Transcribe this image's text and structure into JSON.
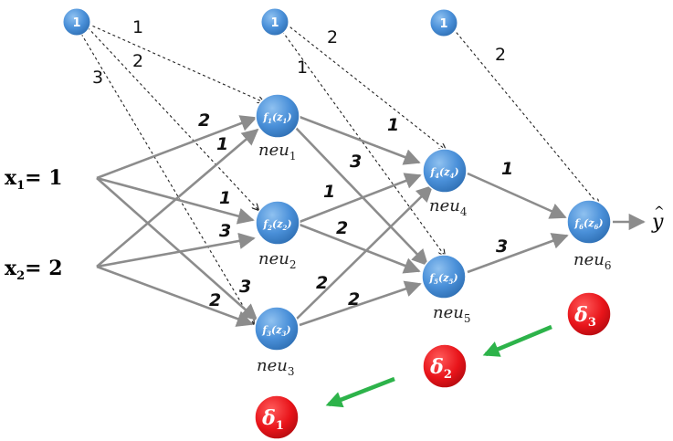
{
  "inputs": {
    "x1": {
      "var": "x",
      "sub": "1",
      "eq": "= 1"
    },
    "x2": {
      "var": "x",
      "sub": "2",
      "eq": "= 2"
    }
  },
  "biases": {
    "b1": "1",
    "b2": "1",
    "b3": "1"
  },
  "neurons": {
    "n1": {
      "f": "f",
      "fsub": "1",
      "z": "z",
      "zsub": "1",
      "label": "neu",
      "labelsub": "1"
    },
    "n2": {
      "f": "f",
      "fsub": "2",
      "z": "z",
      "zsub": "2",
      "label": "neu",
      "labelsub": "2"
    },
    "n3": {
      "f": "f",
      "fsub": "3",
      "z": "z",
      "zsub": "3",
      "label": "neu",
      "labelsub": "3"
    },
    "n4": {
      "f": "f",
      "fsub": "4",
      "z": "z",
      "zsub": "4",
      "label": "neu",
      "labelsub": "4"
    },
    "n5": {
      "f": "f",
      "fsub": "5",
      "z": "z",
      "zsub": "5",
      "label": "neu",
      "labelsub": "5"
    },
    "n6": {
      "f": "f",
      "fsub": "6",
      "z": "z",
      "zsub": "6",
      "label": "neu",
      "labelsub": "6"
    }
  },
  "weights": {
    "b1_n1": "1",
    "b1_n2": "2",
    "b1_n3": "3",
    "x1_n1": "2",
    "x2_n1": "1",
    "x1_n2": "1",
    "x2_n2": "3",
    "x1_n3": "3",
    "x2_n3": "2",
    "b2_n4": "2",
    "b2_n5": "1",
    "n1_n4": "1",
    "n1_n5": "3",
    "n2_n4": "1",
    "n2_n5": "2",
    "n3_n4": "2",
    "n3_n5": "2",
    "b3_n6": "2",
    "n4_n6": "1",
    "n5_n6": "3"
  },
  "output": {
    "symbol": "y",
    "hat": "^"
  },
  "deltas": {
    "d1": {
      "sym": "δ",
      "sub": "1"
    },
    "d2": {
      "sym": "δ",
      "sub": "2"
    },
    "d3": {
      "sym": "δ",
      "sub": "3"
    }
  },
  "colors": {
    "neuron": "#4a90d9",
    "neuron_dark": "#2c6cb0",
    "delta": "#e8141a",
    "backprop_arrow": "#2db34a",
    "edge": "#8c8c8c",
    "dashed": "#222222"
  }
}
